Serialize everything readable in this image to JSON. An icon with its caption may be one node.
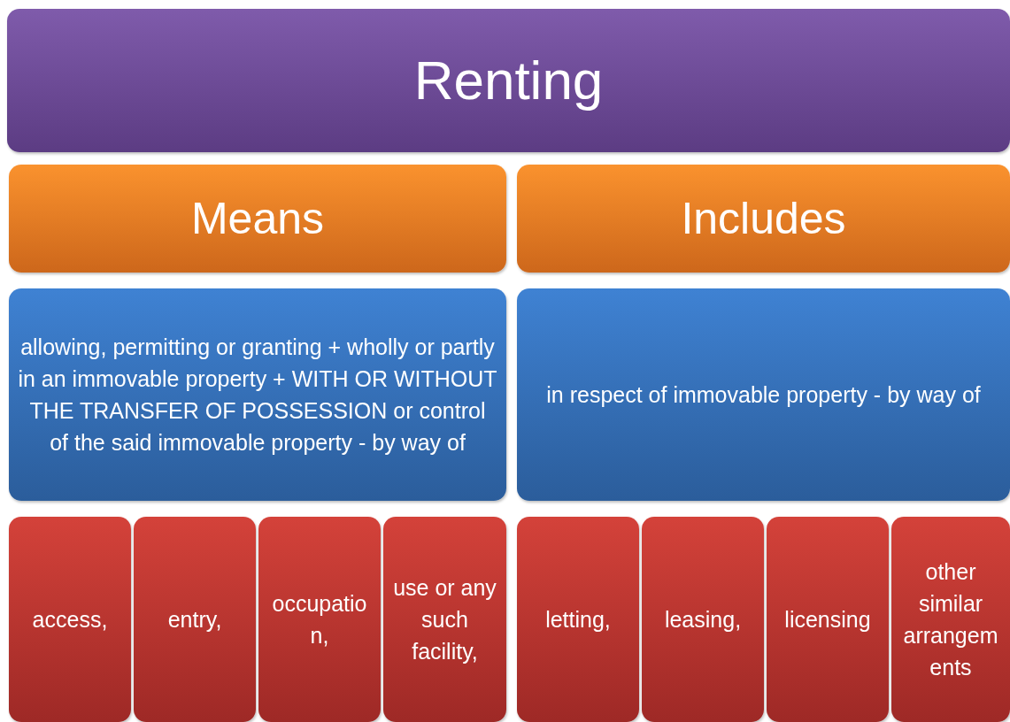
{
  "diagram": {
    "nodes": [
      {
        "text": [
          "Renting"
        ]
      },
      {
        "text": [
          "Means"
        ]
      },
      {
        "text": [
          "Includes"
        ]
      },
      {
        "text": [
          "allowing, permitting or granting + wholly or partly in an immovable property + WITH OR WITHOUT THE TRANSFER OF POSSESSION or control of the said immovable property - by way of"
        ]
      },
      {
        "text": [
          "in respect of immovable property - by way of"
        ]
      },
      {
        "text": [
          "access,"
        ]
      },
      {
        "text": [
          "entry,"
        ]
      },
      {
        "text": [
          "occupation,"
        ]
      },
      {
        "text": [
          "use or any such facility,"
        ]
      },
      {
        "text": [
          "letting,"
        ]
      },
      {
        "text": [
          "leasing,"
        ]
      },
      {
        "text": [
          "licensing"
        ]
      },
      {
        "text": [
          "other similar arrangements"
        ]
      }
    ]
  }
}
